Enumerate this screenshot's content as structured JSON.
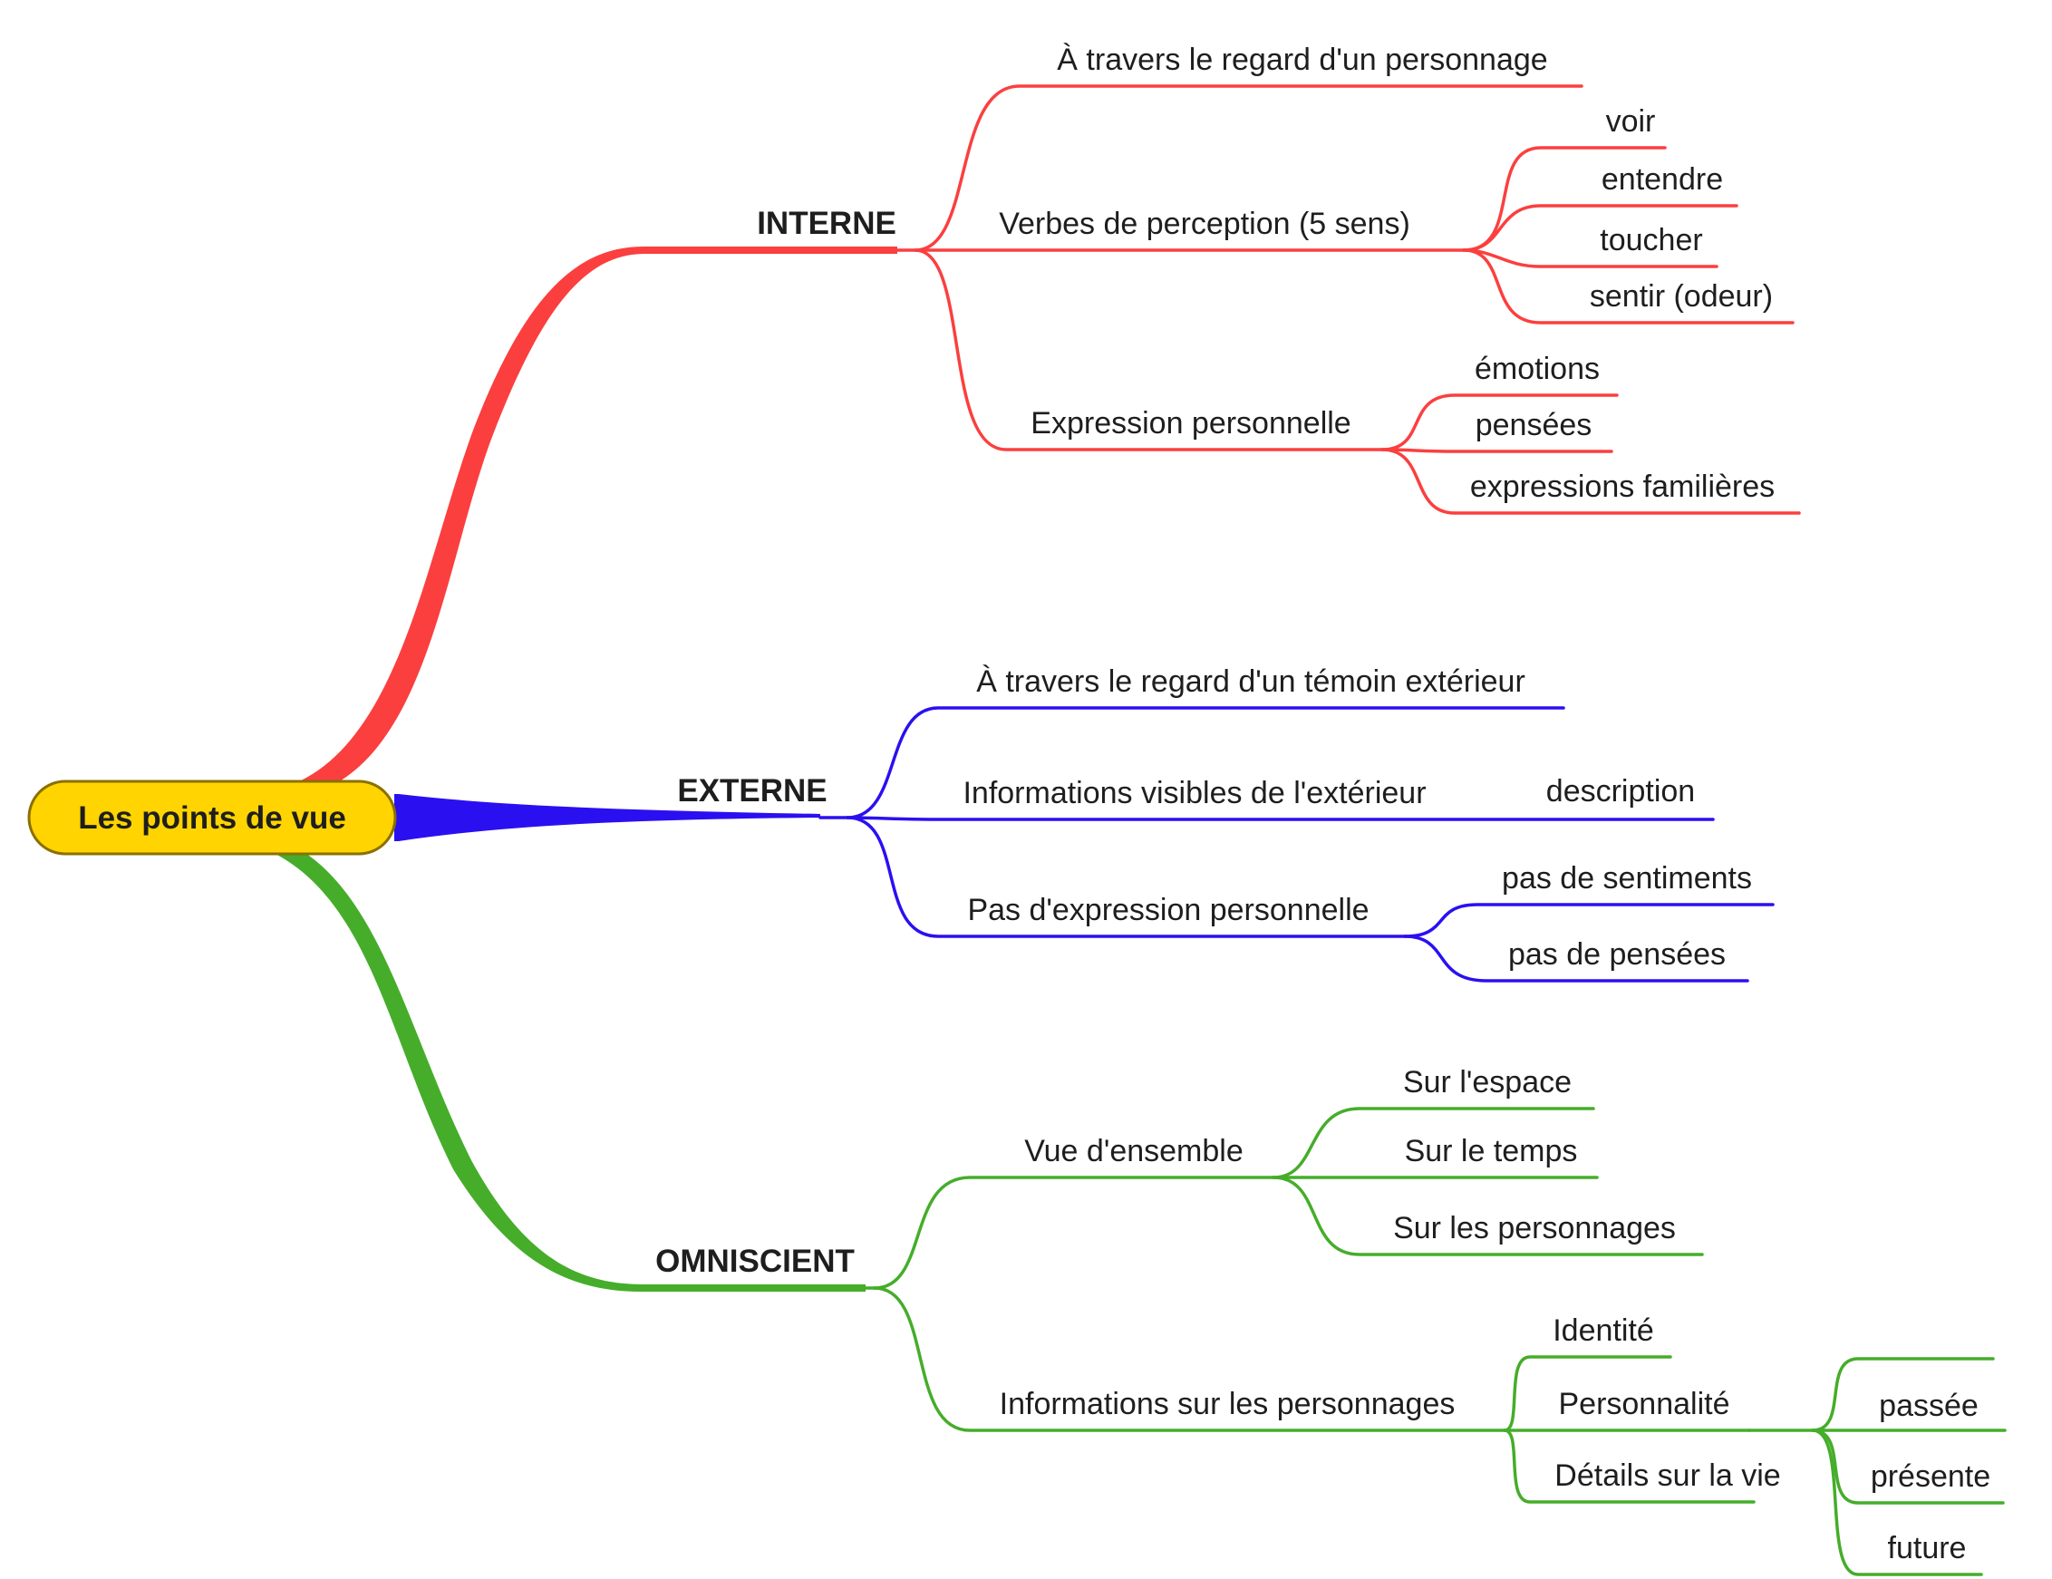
{
  "root": {
    "label": "Les points de vue",
    "fill": "#ffd400",
    "stroke": "#8a7000"
  },
  "branches": [
    {
      "label": "INTERNE",
      "color": "#fb3f3f",
      "children": [
        {
          "label": "À travers le regard d'un personnage"
        },
        {
          "label": "Verbes de perception (5 sens)",
          "children": [
            {
              "label": "voir"
            },
            {
              "label": "entendre"
            },
            {
              "label": "toucher"
            },
            {
              "label": "sentir (odeur)"
            }
          ]
        },
        {
          "label": "Expression personnelle",
          "children": [
            {
              "label": "émotions"
            },
            {
              "label": "pensées"
            },
            {
              "label": "expressions familières"
            }
          ]
        }
      ]
    },
    {
      "label": "EXTERNE",
      "color": "#2a10f0",
      "children": [
        {
          "label": "À travers le regard d'un témoin extérieur"
        },
        {
          "label": "Informations visibles de l'extérieur",
          "children": [
            {
              "label": "description"
            }
          ]
        },
        {
          "label": "Pas d'expression personnelle",
          "children": [
            {
              "label": "pas de sentiments"
            },
            {
              "label": "pas de pensées"
            }
          ]
        }
      ]
    },
    {
      "label": "OMNISCIENT",
      "color": "#45ad2a",
      "children": [
        {
          "label": "Vue d'ensemble",
          "children": [
            {
              "label": "Sur l'espace"
            },
            {
              "label": "Sur le temps"
            },
            {
              "label": "Sur les personnages"
            }
          ]
        },
        {
          "label": "Informations sur les personnages",
          "children": [
            {
              "label": "Identité"
            },
            {
              "label": "Personnalité"
            },
            {
              "label": "Détails sur la vie",
              "children": [
                {
                  "label": "passée"
                },
                {
                  "label": "présente"
                },
                {
                  "label": "future"
                }
              ]
            }
          ]
        }
      ]
    }
  ]
}
